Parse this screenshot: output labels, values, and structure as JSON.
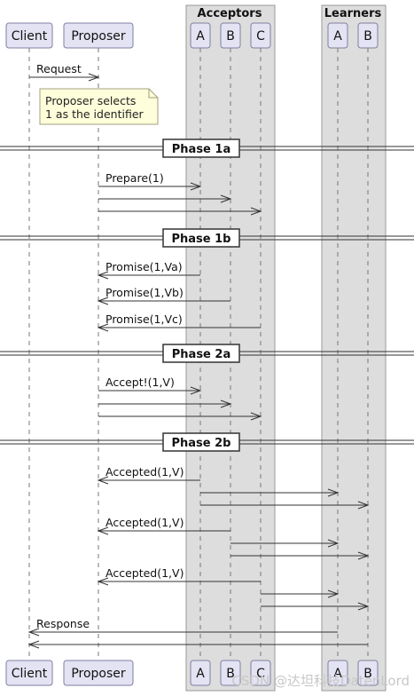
{
  "boxes": [
    {
      "id": "acceptors",
      "title": "Acceptors"
    },
    {
      "id": "learners",
      "title": "Learners"
    }
  ],
  "participants": [
    {
      "id": "client",
      "label": "Client"
    },
    {
      "id": "proposer",
      "label": "Proposer"
    },
    {
      "id": "acc_a",
      "label": "A"
    },
    {
      "id": "acc_b",
      "label": "B"
    },
    {
      "id": "acc_c",
      "label": "C"
    },
    {
      "id": "learn_a",
      "label": "A"
    },
    {
      "id": "learn_b",
      "label": "B"
    }
  ],
  "note": {
    "lines": [
      "Proposer selects",
      "1 as the identifier"
    ]
  },
  "phases": [
    {
      "id": "phase-1a",
      "label": "Phase 1a"
    },
    {
      "id": "phase-1b",
      "label": "Phase 1b"
    },
    {
      "id": "phase-2a",
      "label": "Phase 2a"
    },
    {
      "id": "phase-2b",
      "label": "Phase 2b"
    }
  ],
  "messages": [
    {
      "from": "client",
      "to": "proposer",
      "label": "Request"
    },
    {
      "from": "proposer",
      "to": "acc_a",
      "label": "Prepare(1)"
    },
    {
      "from": "proposer",
      "to": "acc_b",
      "label": ""
    },
    {
      "from": "proposer",
      "to": "acc_c",
      "label": ""
    },
    {
      "from": "acc_a",
      "to": "proposer",
      "label": "Promise(1,Va)"
    },
    {
      "from": "acc_b",
      "to": "proposer",
      "label": "Promise(1,Vb)"
    },
    {
      "from": "acc_c",
      "to": "proposer",
      "label": "Promise(1,Vc)"
    },
    {
      "from": "proposer",
      "to": "acc_a",
      "label": "Accept!(1,V)"
    },
    {
      "from": "proposer",
      "to": "acc_b",
      "label": ""
    },
    {
      "from": "proposer",
      "to": "acc_c",
      "label": ""
    },
    {
      "from": "acc_a",
      "to": "proposer",
      "label": "Accepted(1,V)"
    },
    {
      "from": "acc_a",
      "to": "learn_a",
      "label": ""
    },
    {
      "from": "acc_a",
      "to": "learn_b",
      "label": ""
    },
    {
      "from": "acc_b",
      "to": "proposer",
      "label": "Accepted(1,V)"
    },
    {
      "from": "acc_b",
      "to": "learn_a",
      "label": ""
    },
    {
      "from": "acc_b",
      "to": "learn_b",
      "label": ""
    },
    {
      "from": "acc_c",
      "to": "proposer",
      "label": "Accepted(1,V)"
    },
    {
      "from": "acc_c",
      "to": "learn_a",
      "label": ""
    },
    {
      "from": "acc_c",
      "to": "learn_b",
      "label": ""
    },
    {
      "from": "learn_a",
      "to": "client",
      "label": "Response"
    },
    {
      "from": "learn_b",
      "to": "client",
      "label": ""
    }
  ],
  "watermark": "CSDN @达坦科技DatenLord",
  "colors": {
    "participant_fill": "#e3e3f3",
    "participant_stroke": "#7f7fa0",
    "box_fill": "#dddddd",
    "box_stroke": "#9a9a9a",
    "note_fill": "#fefeda",
    "note_stroke": "#a0a080",
    "line": "#333333",
    "lifeline": "#777777",
    "watermark": "#c8c8c8"
  }
}
